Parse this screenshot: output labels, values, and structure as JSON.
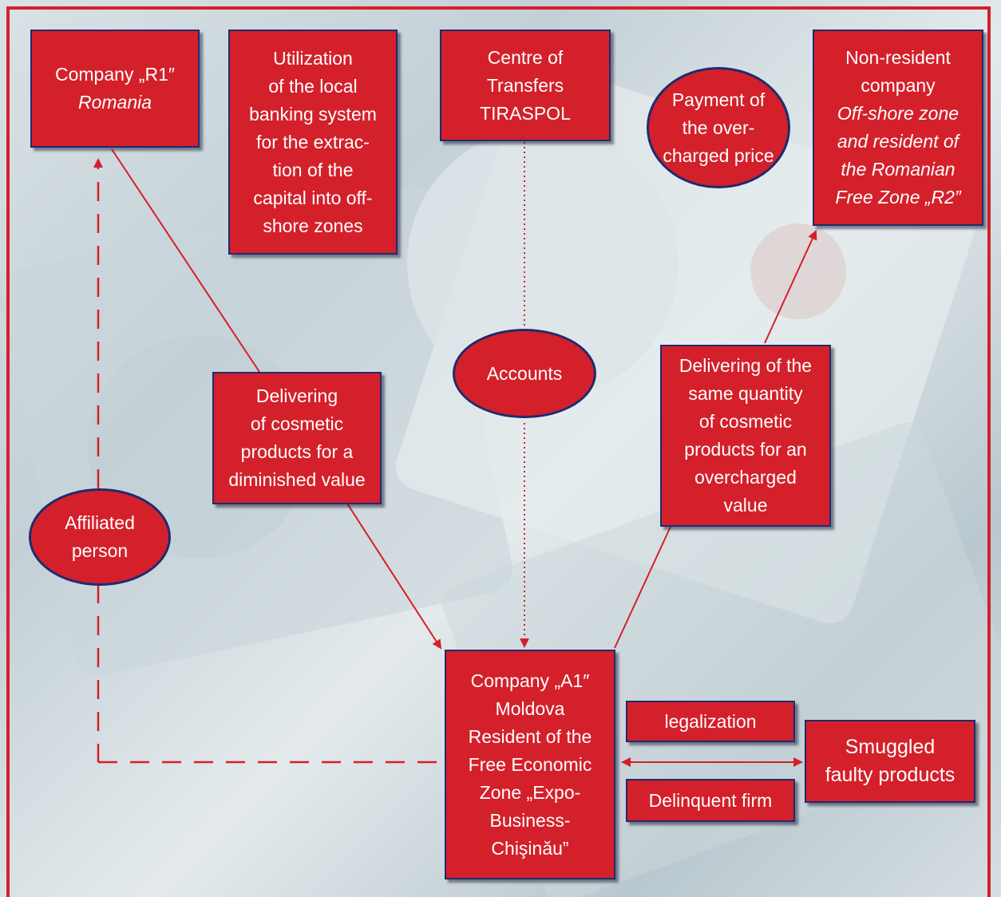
{
  "boxes": {
    "r1": {
      "line1": "Company „R1″",
      "line2": "Romania"
    },
    "banking": {
      "lines": [
        "Utilization",
        "of the local",
        "banking system",
        "for the extrac-",
        "tion of the",
        "capital into off-",
        "shore zones"
      ]
    },
    "tiraspol": {
      "lines": [
        "Centre of",
        "Transfers",
        "TIRASPOL"
      ]
    },
    "nonresident": {
      "line1": "Non-resident",
      "line2": "company",
      "italic": [
        "Off-shore zone",
        "and resident of",
        "the Romanian",
        "Free Zone „R2”"
      ]
    },
    "delivering_diminished": {
      "lines": [
        "Delivering",
        "of cosmetic",
        "products for a",
        "diminished value"
      ]
    },
    "delivering_overcharged": {
      "lines": [
        "Delivering of the",
        "same quantity",
        "of cosmetic",
        "products for an",
        "overcharged",
        "value"
      ]
    },
    "a1": {
      "lines": [
        "Company „A1″",
        "Moldova",
        "Resident of the",
        "Free Economic",
        "Zone „Expo-",
        "Business-",
        "Chişinău”"
      ]
    },
    "legalization": {
      "label": "legalization"
    },
    "delinquent": {
      "label": "Delinquent firm"
    },
    "smuggled": {
      "lines": [
        "Smuggled",
        "faulty products"
      ]
    }
  },
  "ellipses": {
    "payment": {
      "lines": [
        "Payment of",
        "the over-",
        "charged price"
      ]
    },
    "accounts": {
      "label": "Accounts"
    },
    "affiliated": {
      "lines": [
        "Affiliated",
        "person"
      ]
    }
  },
  "colors": {
    "box_fill": "#d4202a",
    "box_border": "#1f2b6e",
    "arrow": "#d4202a"
  }
}
